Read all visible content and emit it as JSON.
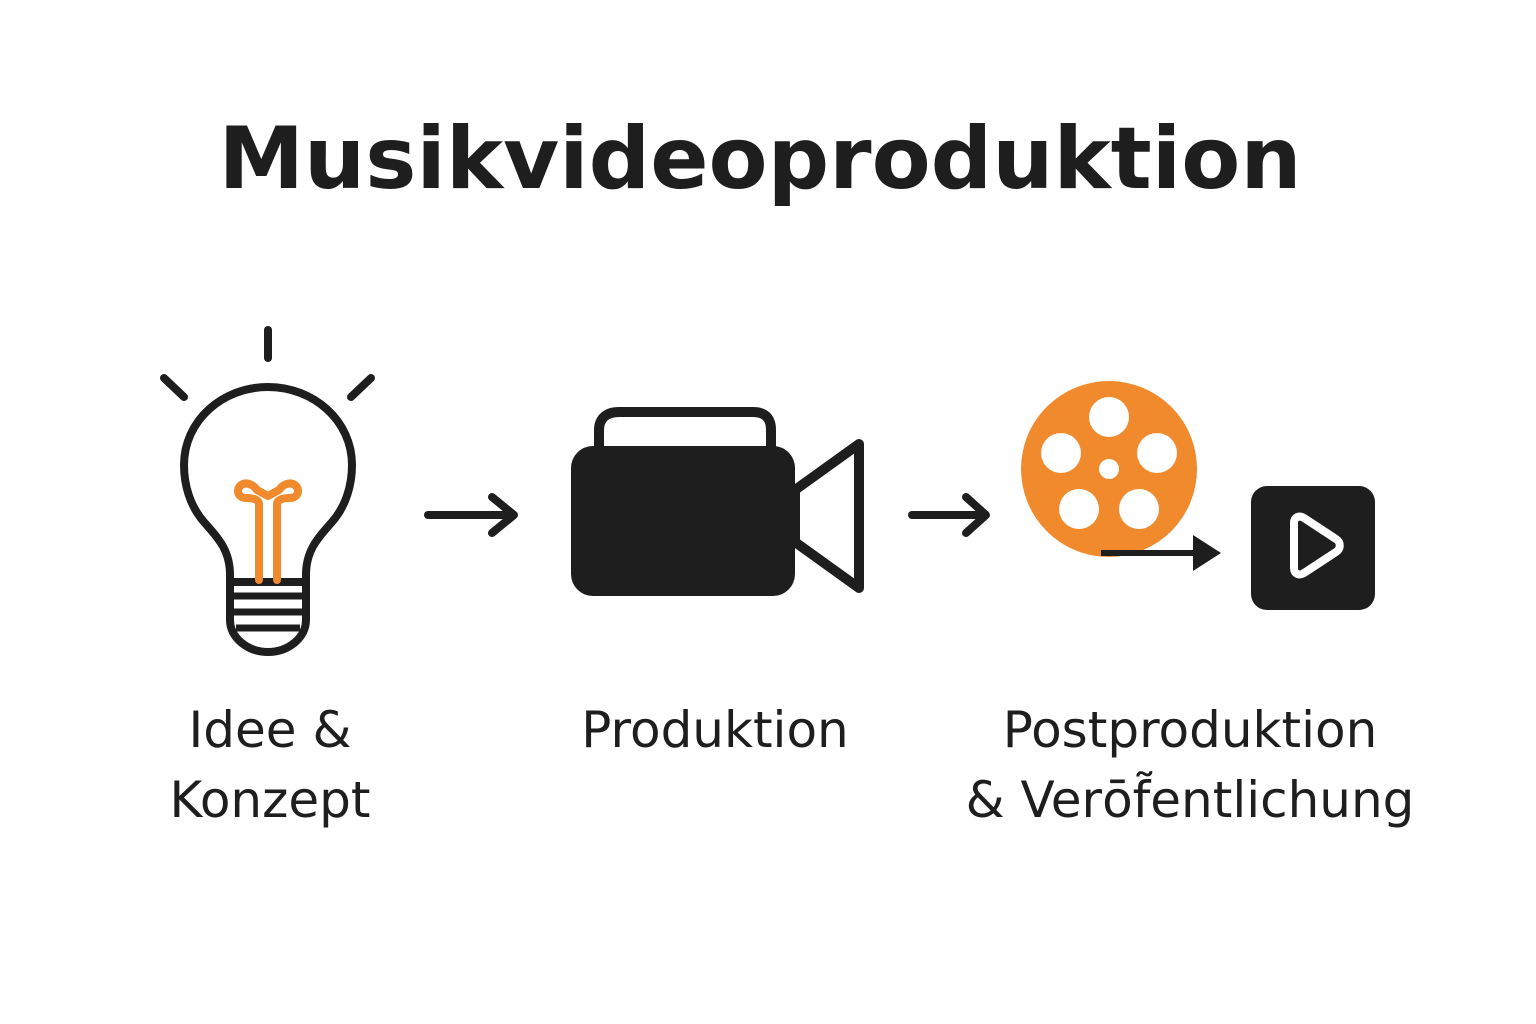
{
  "title": "Musikvideoproduktion",
  "colors": {
    "accent": "#F08A2C",
    "ink": "#1E1E1E",
    "background": "#FFFFFF"
  },
  "steps": [
    {
      "icon": "lightbulb-icon",
      "label_line1": "Idee &",
      "label_line2": "Konzept"
    },
    {
      "icon": "video-camera-icon",
      "label_line1": "Produktion",
      "label_line2": ""
    },
    {
      "icon": "film-reel-icon",
      "icon2": "play-button-icon",
      "label_line1": "Postproduktion",
      "label_line2": "& Verōf̃entlichung"
    }
  ],
  "connectors": [
    "arrow-right-icon",
    "arrow-right-icon"
  ]
}
